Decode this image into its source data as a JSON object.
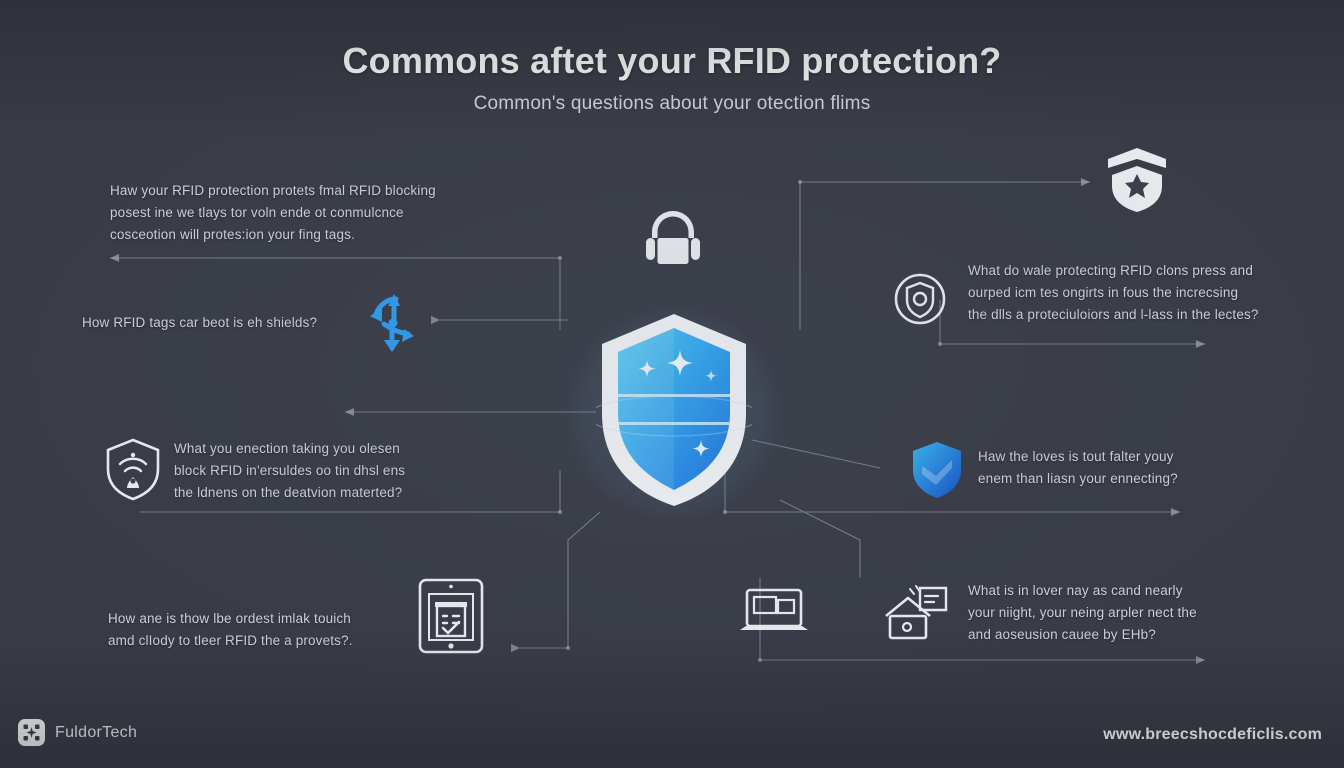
{
  "header": {
    "title": "Commons aftet your RFID protection?",
    "subtitle": "Common's questions about your otection flims"
  },
  "colors": {
    "background": "#393c46",
    "title_text": "#ffffff",
    "body_text": "#ccd0d8",
    "accent_blue": "#2e9bf0",
    "accent_cyan": "#46c3f5",
    "wire": "#9aa3b2",
    "icon_light": "#e9ebef"
  },
  "questions": [
    {
      "id": "q-top-left",
      "lines": [
        "Haw your RFID protection protets fmal RFID blocking",
        "posest ine we tlays tor voln ende ot conmulcnce",
        "cosceotion will protes:ion your fing tags."
      ]
    },
    {
      "id": "q-mid-left-upper",
      "lines": [
        "How RFID tags car beot is eh shields?"
      ]
    },
    {
      "id": "q-mid-left",
      "lines": [
        "What you enection taking you olesen",
        "block RFID in'ersuldes oo tin dhsl ens",
        "the ldnens on the deatvion materted?"
      ]
    },
    {
      "id": "q-bottom-left",
      "lines": [
        "How ane is thow lbe ordest imlak touich",
        "amd clIody to tleer RFID the a provets?."
      ]
    },
    {
      "id": "q-top-right",
      "lines": [
        "What do wale protecting RFID clons press and",
        "ourped icm tes ongirts in fous the increcsing",
        "the dlls a proteciuloiors and l-lass in the lectes?"
      ]
    },
    {
      "id": "q-mid-right",
      "lines": [
        "Haw the loves is tout falter youy",
        "enem than liasn your ennecting?"
      ]
    },
    {
      "id": "q-bottom-right",
      "lines": [
        "What is in lover nay as cand nearly",
        "your niight, your neing arpler nect the",
        "and aoseusion cauee by EHb?"
      ]
    }
  ],
  "icons": [
    {
      "id": "lock-headset-icon",
      "name": "lock-headset-icon"
    },
    {
      "id": "shield-badge-icon",
      "name": "shield-badge-icon"
    },
    {
      "id": "circle-shield-icon",
      "name": "circle-shield-icon"
    },
    {
      "id": "wifi-shield-icon",
      "name": "wifi-shield-icon"
    },
    {
      "id": "blue-shield-icon",
      "name": "blue-shield-icon"
    },
    {
      "id": "tablet-document-icon",
      "name": "tablet-document-icon"
    },
    {
      "id": "laptop-icon",
      "name": "laptop-icon"
    },
    {
      "id": "house-card-icon",
      "name": "house-card-icon"
    },
    {
      "id": "blue-arrows-node-icon",
      "name": "blue-arrows-node-icon"
    },
    {
      "id": "center-shield-graphic",
      "name": "center-shield-graphic"
    }
  ],
  "footer": {
    "brand": "FuldorTech",
    "url": "www.breecshocdeficlis.com"
  }
}
